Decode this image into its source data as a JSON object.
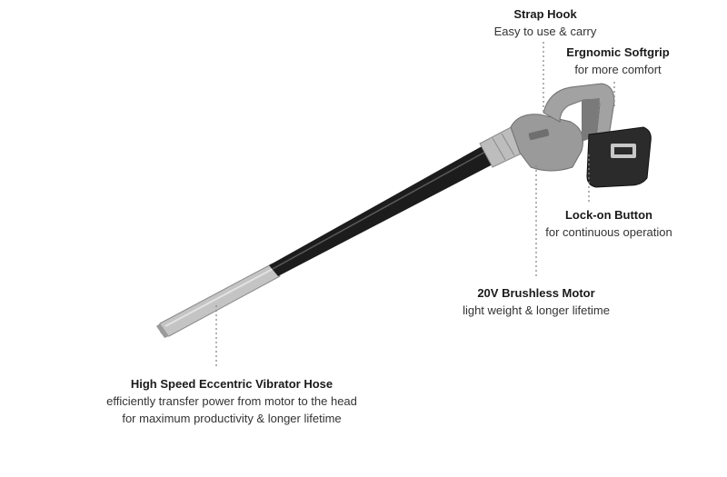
{
  "callouts": {
    "strap_hook": {
      "title": "Strap Hook",
      "desc": "Easy to use & carry"
    },
    "softgrip": {
      "title": "Ergnomic Softgrip",
      "desc": "for more comfort"
    },
    "lock_on": {
      "title": "Lock-on Button",
      "desc": "for continuous operation"
    },
    "motor": {
      "title": "20V Brushless Motor",
      "desc": "light weight & longer lifetime"
    },
    "hose": {
      "title": "High Speed Eccentric Vibrator Hose",
      "desc": "efficiently transfer power from motor to the head for maximum productivity & longer lifetime"
    }
  },
  "colors": {
    "background": "#ffffff",
    "tool_body": "#9a9a9a",
    "hose": "#1c1c1c",
    "battery": "#2b2b2b",
    "leader_line": "#888888"
  }
}
